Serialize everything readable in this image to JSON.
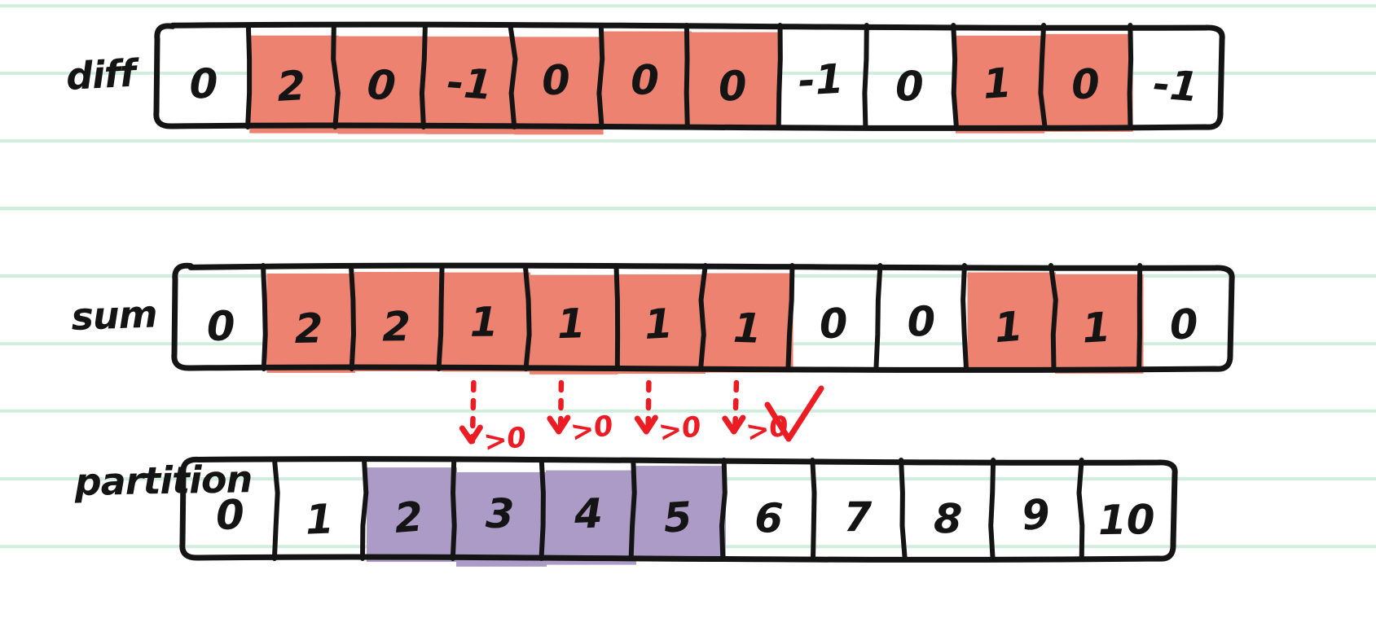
{
  "colors": {
    "fill_highlight_red": "#ee8270",
    "fill_highlight_purple": "#ac9bc6",
    "ink": "#141414",
    "red_ink": "#ec1c24",
    "paper_rule": "#cfeedd",
    "paper": "#ffffff"
  },
  "rows": [
    {
      "label": "diff",
      "cells": [
        "0",
        "2",
        "0",
        "-1",
        "0",
        "0",
        "0",
        "-1",
        "0",
        "1",
        "0",
        "-1"
      ],
      "highlight": [
        false,
        true,
        true,
        true,
        true,
        true,
        true,
        false,
        false,
        true,
        true,
        false
      ],
      "highlight_color": "#ee8270"
    },
    {
      "label": "sum",
      "cells": [
        "0",
        "2",
        "2",
        "1",
        "1",
        "1",
        "1",
        "0",
        "0",
        "1",
        "1",
        "0"
      ],
      "highlight": [
        false,
        true,
        true,
        true,
        true,
        true,
        true,
        false,
        false,
        true,
        true,
        false
      ],
      "highlight_color": "#ee8270"
    },
    {
      "label": "partition",
      "cells": [
        "0",
        "1",
        "2",
        "3",
        "4",
        "5",
        "6",
        "7",
        "8",
        "9",
        "10"
      ],
      "highlight": [
        false,
        false,
        true,
        true,
        true,
        true,
        false,
        false,
        false,
        false,
        false
      ],
      "highlight_color": "#ac9bc6"
    }
  ],
  "annotations": {
    "condition_label": ">0",
    "arrow_count": 4,
    "check_mark": "✓",
    "arrows": [
      {
        "label": ">0"
      },
      {
        "label": ">0"
      },
      {
        "label": ">0"
      },
      {
        "label": ">0"
      }
    ]
  }
}
